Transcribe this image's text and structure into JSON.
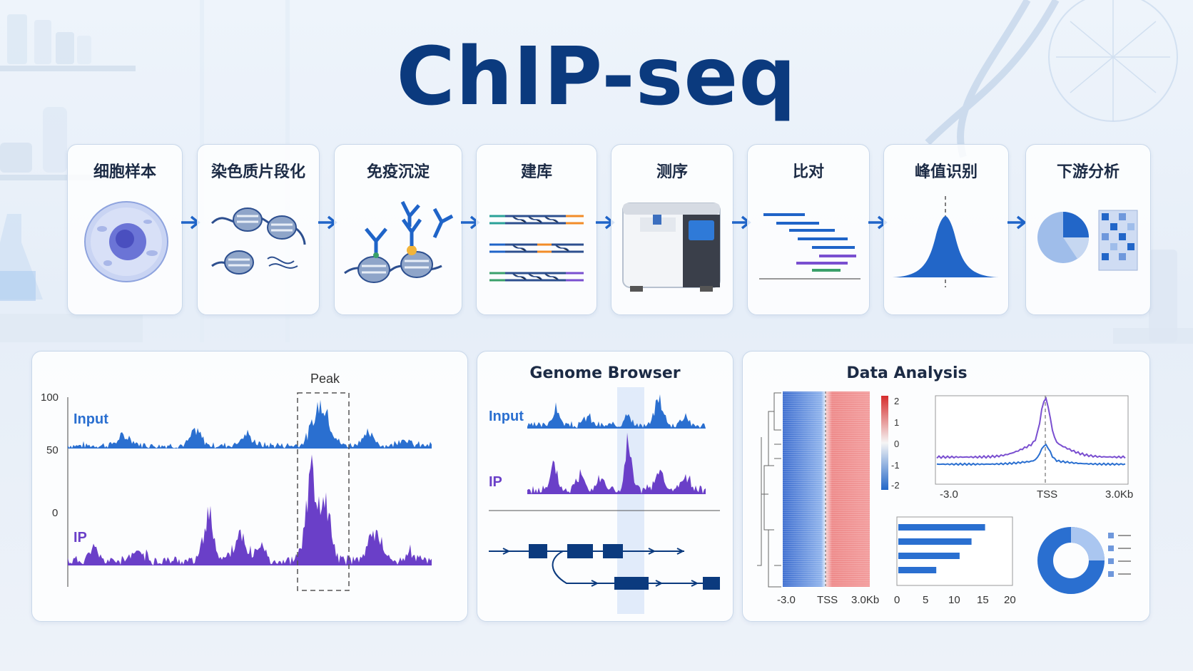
{
  "title": "ChIP-seq",
  "steps": [
    {
      "label": "细胞样本",
      "icon": "cell-icon"
    },
    {
      "label": "染色质片段化",
      "icon": "nucleosome-icon"
    },
    {
      "label": "免疫沉淀",
      "icon": "antibody-icon"
    },
    {
      "label": "建库",
      "icon": "dna-library-icon"
    },
    {
      "label": "测序",
      "icon": "sequencer-icon"
    },
    {
      "label": "比对",
      "icon": "alignment-icon"
    },
    {
      "label": "峰值识别",
      "icon": "peak-icon"
    },
    {
      "label": "下游分析",
      "icon": "pie-heatmap-icon"
    }
  ],
  "colors": {
    "title": "#0b3a7e",
    "input": "#2a6fd0",
    "ip": "#6a3fc8",
    "accent": "#1f64c8"
  },
  "peak_panel": {
    "peak_label": "Peak",
    "y_ticks": [
      "100",
      "50",
      "0"
    ],
    "input_label": "Input",
    "ip_label": "IP"
  },
  "genome_browser": {
    "title": "Genome Browser",
    "input_label": "Input",
    "ip_label": "IP"
  },
  "data_analysis": {
    "title": "Data Analysis",
    "heatmap_x_ticks": [
      "-3.0",
      "TSS",
      "3.0Kb"
    ],
    "colorbar_ticks": [
      "2",
      "1",
      "0",
      "-1",
      "-2"
    ],
    "profile_x_ticks": [
      "-3.0",
      "TSS",
      "3.0Kb"
    ],
    "bar_x_ticks": [
      "0",
      "5",
      "10",
      "15",
      "20"
    ],
    "bar_values": [
      16,
      13.5,
      11.3,
      7
    ]
  }
}
